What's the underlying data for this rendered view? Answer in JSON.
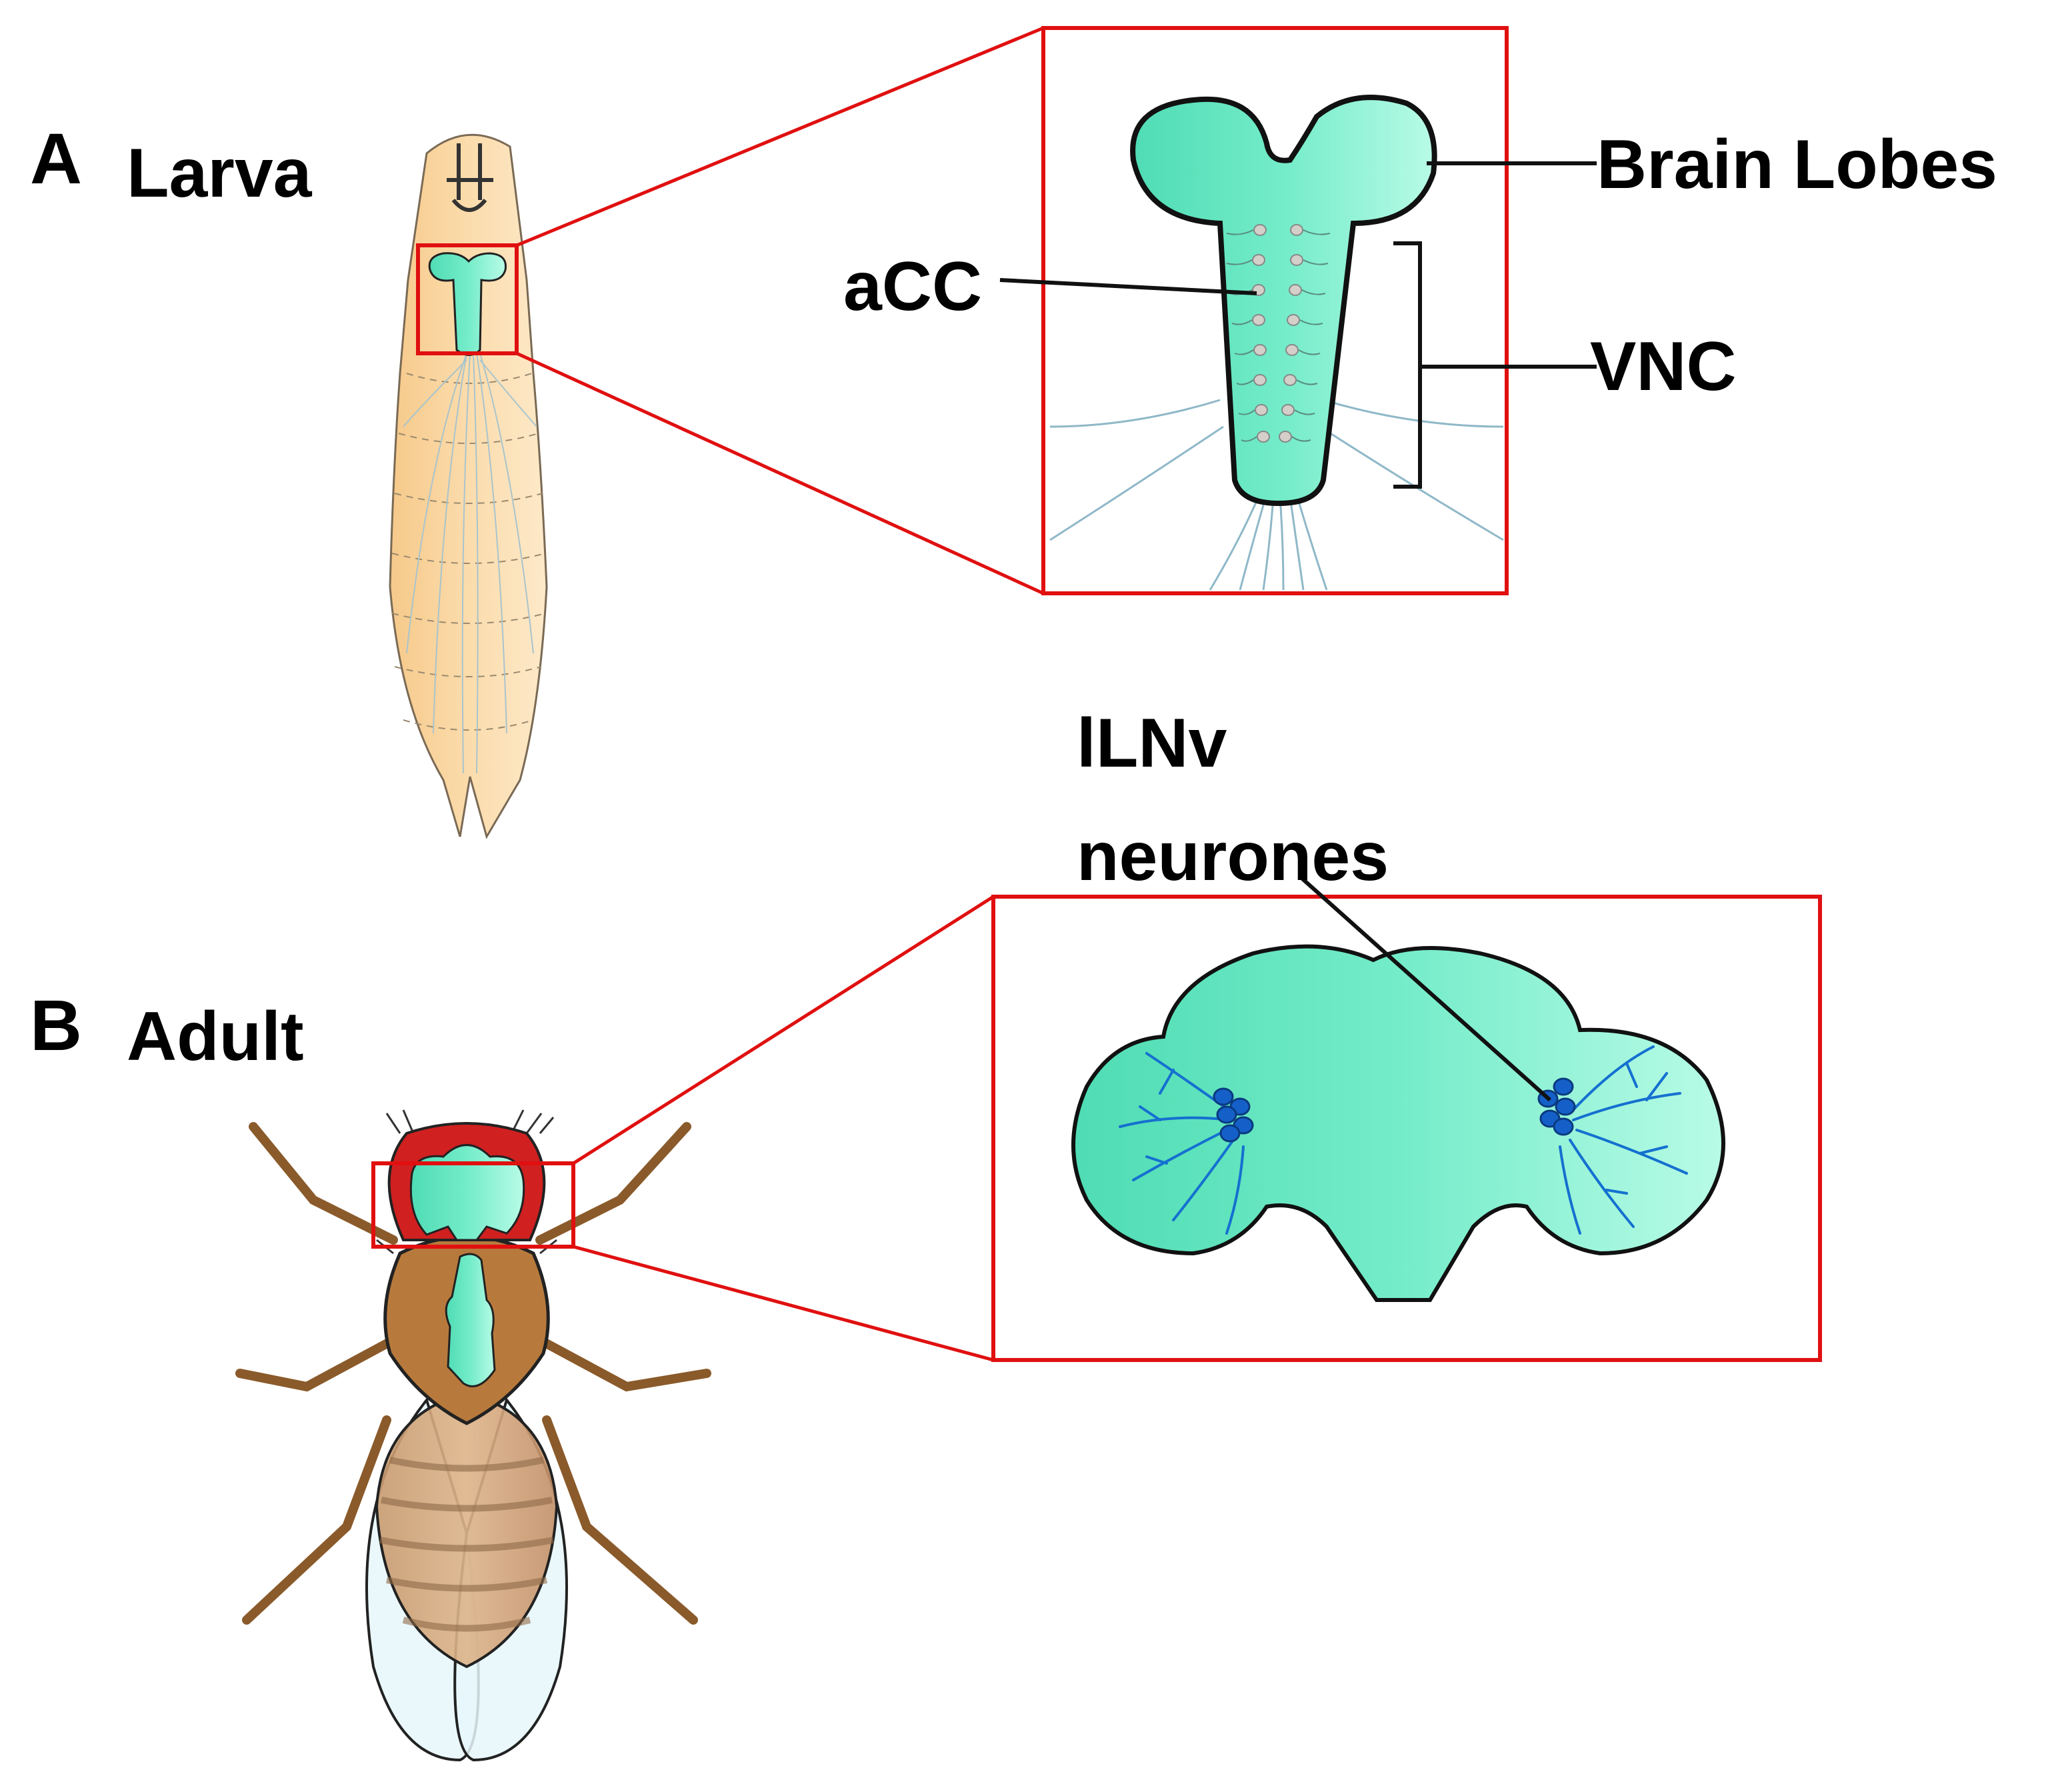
{
  "panels": [
    {
      "letter": "A",
      "stage": "Larva"
    },
    {
      "letter": "B",
      "stage": "Adult"
    }
  ],
  "annotations": {
    "brain_lobes": "Brain Lobes",
    "acc": "aCC",
    "vnc": "VNC",
    "llnv_line1": "lLNv",
    "llnv_line2": "neurones"
  },
  "colors": {
    "tissue": "#6ee8c6",
    "highlight": "#e01010",
    "larva_body": "#f8d7a4",
    "fly_body": "#b87a3c",
    "neuron_blue": "#1560c8",
    "nerve": "#8fb8c8"
  }
}
